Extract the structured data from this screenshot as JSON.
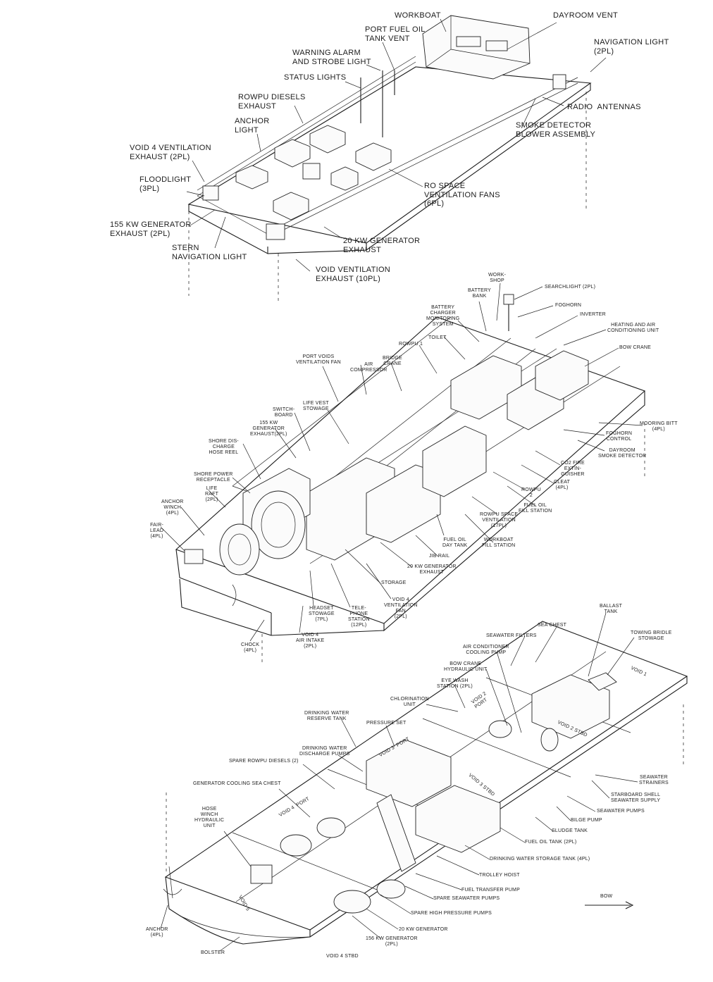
{
  "figure": {
    "top_view_labels": [
      "WORKBOAT",
      "DAYROOM VENT",
      "PORT FUEL OIL\nTANK VENT",
      "NAVIGATION LIGHT\n(2PL)",
      "WARNING ALARM\nAND STROBE LIGHT",
      "STATUS LIGHTS",
      "RADIO  ANTENNAS",
      "ROWPU DIESELS\nEXHAUST",
      "SMOKE DETECTOR\nBLOWER ASSEMBLY",
      "ANCHOR\nLIGHT",
      "VOID 4 VENTILATION\nEXHAUST (2PL)",
      "FLOODLIGHT\n(3PL)",
      "RO SPACE\nVENTILATION FANS\n(6PL)",
      "155 KW GENERATOR\nEXHAUST (2PL)",
      "STERN\nNAVIGATION LIGHT",
      "20 KW GENERATOR\nEXHAUST",
      "VOID VENTILATION\nEXHAUST (10PL)"
    ],
    "middle_view_labels": [
      "WORK-\nSHOP",
      "BATTERY\nBANK",
      "SEARCHLIGHT (2PL)",
      "FOGHORN",
      "INVERTER",
      "BATTERY\nCHARGER\nMONITORING\nSYSTEM",
      "HEATING AND AIR\nCONDITIONING UNIT",
      "TOILET",
      "BOW CRANE",
      "ROWPU 1",
      "PORT VOIDS\nVENTILATION FAN",
      "AIR\nCOMPRESSOR",
      "BRIDGE\nCRANE",
      "LIFE VEST\nSTOWAGE",
      "SWITCH-\nBOARD",
      "155 KW\nGENERATOR\nEXHAUST(2PL)",
      "MOORING BITT\n(4PL)",
      "SHORE DIS-\nCHARGE\nHOSE REEL",
      "FOGHORN\nCONTROL",
      "DAYROOM\nSMOKE DETECTOR",
      "SHORE POWER\nRECEPTACLE",
      "CO2 FIRE\nEXTIN-\nGUISHER",
      "LIFE\nRAFT\n(2PL)",
      "CLEAT\n(4PL)",
      "ANCHOR\nWINCH\n(4PL)",
      "ROWPU\n2",
      "FUEL OIL\nFILL STATION",
      "ROWPU SPACE\nVENTILATION\n(17PL)",
      "FAIR-\nLEAD\n(4PL)",
      "FUEL OIL\nDAY TANK",
      "WORKBOAT\nFILL STATION",
      "JIB RAIL",
      "20 KW GENERATOR\nEXHAUST",
      "STORAGE",
      "VOID 4\nVENTILATION\nFAN\n(2PL)",
      "HEADSET\nSTOWAGE\n(7PL)",
      "TELE-\nPHONE\nSTATION\n(12PL)",
      "VOID 4\nAIR INTAKE\n(2PL)",
      "CHOCK\n(4PL)"
    ],
    "bottom_view_labels": [
      "BALLAST\nTANK",
      "SEA CHEST",
      "SEAWATER FILTERS",
      "TOWING BRIDLE\nSTOWAGE",
      "AIR CONDITIONER\nCOOLING PUMP",
      "BOW CRANE\nHYDRAULIC UNIT",
      "EYE WASH\nSTATION (2PL)",
      "CHLORINATION\nUNIT",
      "DRINKING WATER\nRESERVE TANK",
      "PRESSURE SET",
      "DRINKING WATER\nDISCHARGE PUMPS",
      "SPARE ROWPU DIESELS (2)",
      "SEAWATER\nSTRAINERS",
      "GENERATOR COOLING SEA CHEST",
      "STARBOARD SHELL\nSEAWATER SUPPLY",
      "SEAWATER PUMPS",
      "HOSE\nWINCH\nHYDRAULIC\nUNIT",
      "BILGE PUMP",
      "SLUDGE TANK",
      "FUEL OIL TANK (2PL)",
      "DRINKING WATER STORAGE TANK (4PL)",
      "TROLLEY HOIST",
      "FUEL TRANSFER PUMP",
      "SPARE SEAWATER PUMPS",
      "SPARE HIGH PRESSURE PUMPS",
      "BOW",
      "20 KW GENERATOR",
      "ANCHOR\n(4PL)",
      "156 KW GENERATOR\n(2PL)",
      "BOLSTER",
      "VOID 4 STBD"
    ],
    "compartment_labels": [
      "VOID 1",
      "VOID 2\nPORT",
      "VOID 2 STBD",
      "VOID 3  PORT",
      "VOID 3 STBD",
      "VOID 4  PORT",
      "VOID 5"
    ]
  }
}
